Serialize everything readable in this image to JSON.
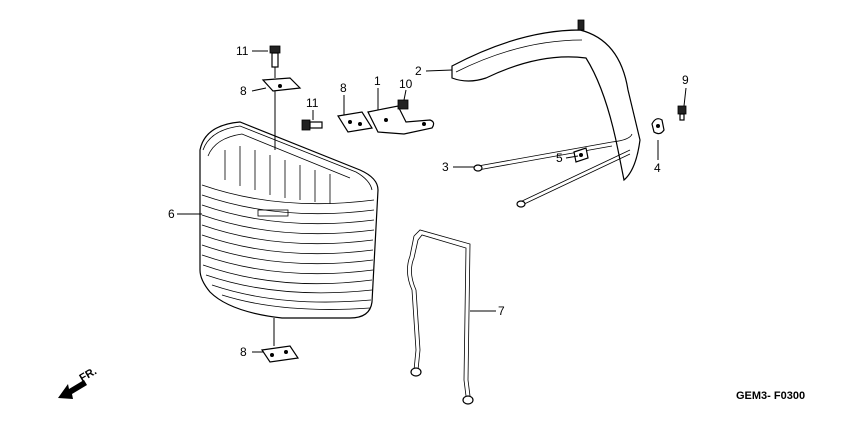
{
  "diagram": {
    "code": "GEM3- F0300",
    "direction_label": "FR.",
    "callouts": [
      {
        "id": "c11a",
        "text": "11"
      },
      {
        "id": "c8a",
        "text": "8"
      },
      {
        "id": "c8b",
        "text": "8"
      },
      {
        "id": "c1",
        "text": "1"
      },
      {
        "id": "c10",
        "text": "10"
      },
      {
        "id": "c11b",
        "text": "11"
      },
      {
        "id": "c2",
        "text": "2"
      },
      {
        "id": "c9",
        "text": "9"
      },
      {
        "id": "c3",
        "text": "3"
      },
      {
        "id": "c5",
        "text": "5"
      },
      {
        "id": "c4",
        "text": "4"
      },
      {
        "id": "c6",
        "text": "6"
      },
      {
        "id": "c7",
        "text": "7"
      },
      {
        "id": "c8c",
        "text": "8"
      }
    ]
  }
}
